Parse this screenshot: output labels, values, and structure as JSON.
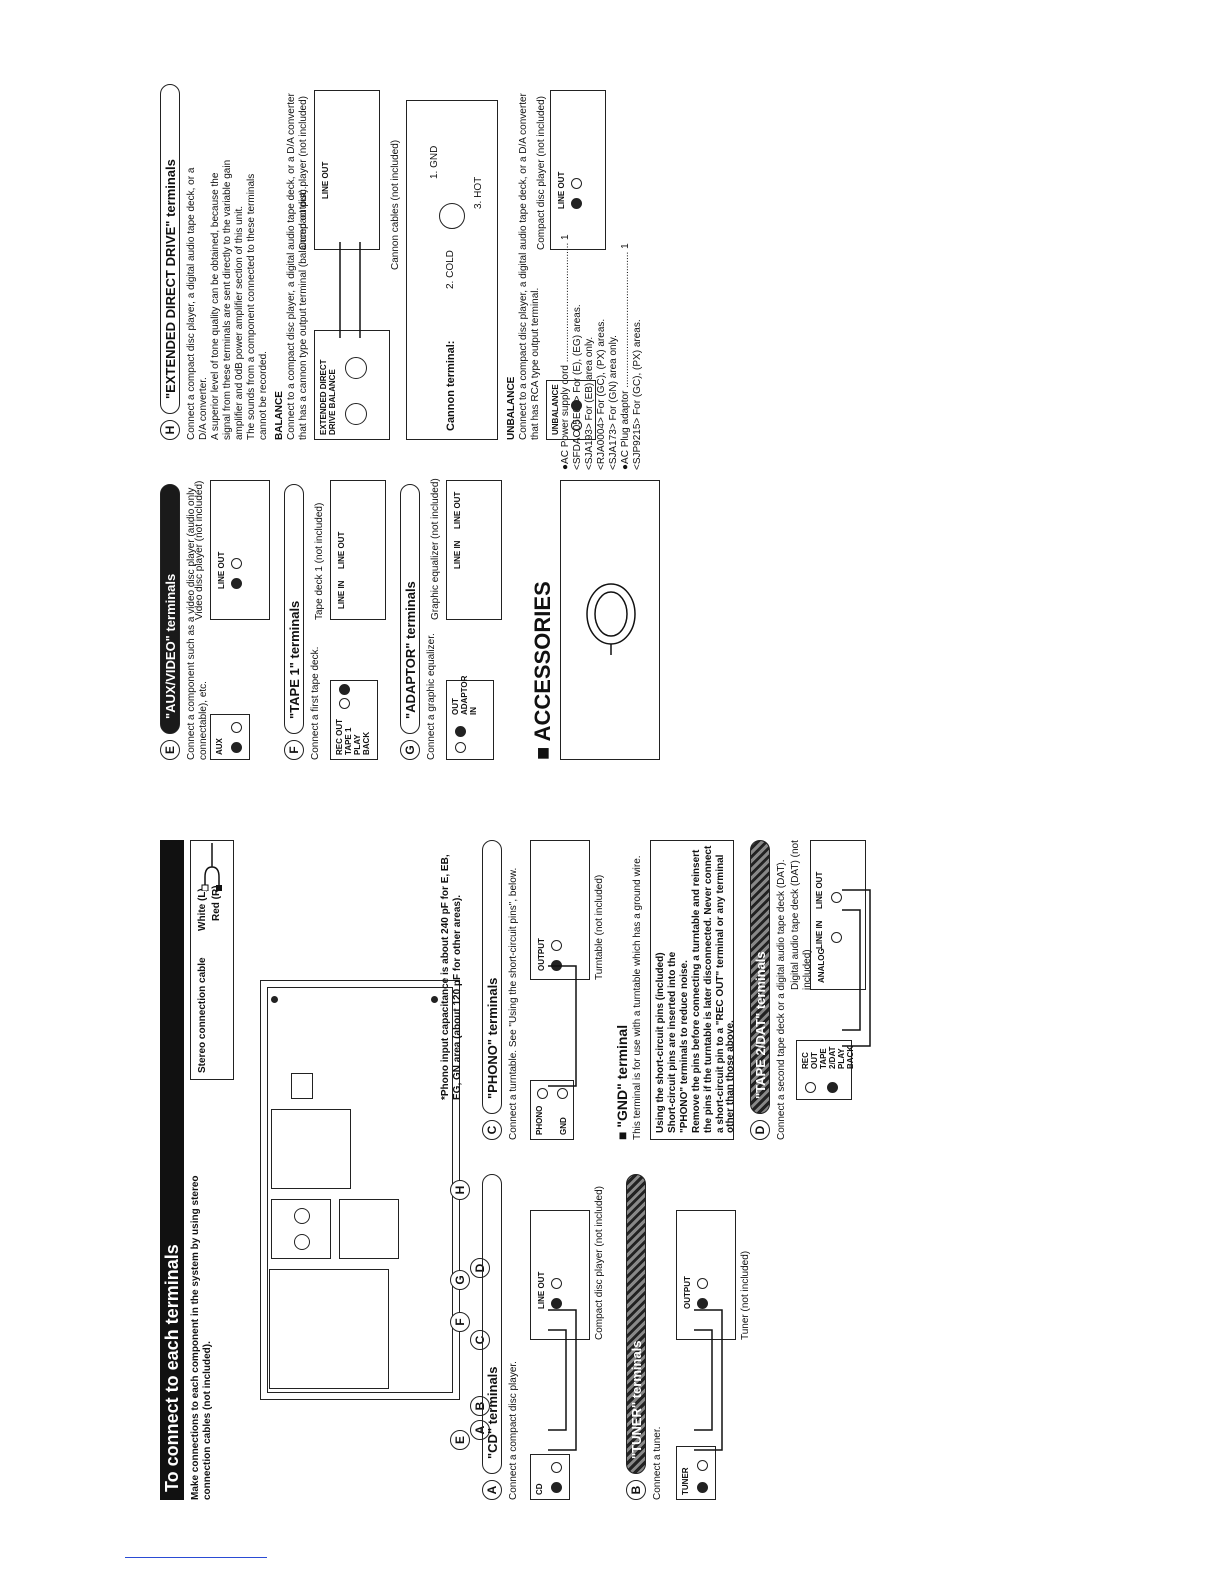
{
  "connect": {
    "title": "To connect to each terminals",
    "intro": "Make connections to each component in the system by using stereo connection cables (not included).",
    "cable_box": {
      "label": "Stereo connection cable",
      "white": "White (L)",
      "red": "Red (R)"
    },
    "callouts": [
      "A",
      "B",
      "C",
      "D",
      "E",
      "F",
      "G",
      "H"
    ],
    "phono_note": "*Phono input capacitance is about 240 pF for E, EB, EG, GN area (about 120 pF for other areas)."
  },
  "sections": {
    "cd": {
      "letter": "A",
      "title": "\"CD\" terminals",
      "desc": "Connect a compact disc player.",
      "device": "Compact disc player (not included)",
      "panel_label": "CD",
      "out_label": "LINE OUT"
    },
    "tuner": {
      "letter": "B",
      "title": "\"TUNER\" terminals",
      "desc": "Connect a tuner.",
      "device": "Tuner (not included)",
      "panel_label": "TUNER",
      "out_label": "OUTPUT"
    },
    "phono": {
      "letter": "C",
      "title": "\"PHONO\" terminals",
      "desc": "Connect a turntable. See \"Using the short-circuit pins\", below.",
      "device": "Turntable (not included)",
      "panel_label": "PHONO",
      "gnd_label": "GND",
      "out_label": "OUTPUT"
    },
    "gnd": {
      "title": "\"GND\" terminal",
      "desc": "This terminal is for use with a turntable which has a ground wire."
    },
    "short_pins": {
      "title": "Using the short-circuit pins (included)",
      "lines": [
        "Short-circuit pins are inserted into the",
        "\"PHONO\" terminals to reduce noise.",
        "Remove the pins before connecting a turntable and reinsert",
        "the pins if the turntable is later disconnected. Never connect",
        "a short-circuit pin to a \"REC OUT\" terminal or any terminal",
        "other than those above."
      ]
    },
    "tape2": {
      "letter": "D",
      "title": "\"TAPE 2/DAT\" terminals",
      "desc": "Connect a second tape deck or a digital audio tape deck (DAT).",
      "device": "Digital audio tape deck (DAT) (not included)",
      "panel_label": "REC OUT TAPE 2/DAT PLAY BACK",
      "dev_label": "ANALOG",
      "in_label": "LINE IN",
      "out_label": "LINE OUT"
    },
    "aux": {
      "letter": "E",
      "title": "\"AUX/VIDEO\" terminals",
      "desc": "Connect a component such as a video disc player (audio only connectable), etc.",
      "device": "Video disc player (not included)",
      "panel_label": "AUX",
      "out_label": "LINE OUT"
    },
    "tape1": {
      "letter": "F",
      "title": "\"TAPE 1\" terminals",
      "desc": "Connect a first tape deck.",
      "device": "Tape deck 1 (not included)",
      "panel_label": "REC OUT TAPE 1 PLAY BACK",
      "in_label": "LINE IN",
      "out_label": "LINE OUT"
    },
    "adaptor": {
      "letter": "G",
      "title": "\"ADAPTOR\" terminals",
      "desc": "Connect a graphic equalizer.",
      "device": "Graphic equalizer (not included)",
      "panel_label": "OUT ADAPTOR IN",
      "in_label": "LINE IN",
      "out_label": "LINE OUT"
    },
    "edd": {
      "letter": "H",
      "title": "\"EXTENDED DIRECT DRIVE\" terminals",
      "desc_lines": [
        "Connect a compact disc player, a digital audio tape deck, or a",
        "D/A converter.",
        "A superior level of tone quality can be obtained, because the",
        "signal from these terminals are sent directly to the variable gain",
        "amplifier and 0dB power amplifier section of this unit.",
        "The sounds from a component connected to these terminals",
        "cannot be recorded."
      ],
      "balance_title": "BALANCE",
      "balance_desc": "Connect to a compact disc player, a digital audio tape deck, or a D/A converter that has a cannon type output terminal (balanced output).",
      "panel_label": "EXTENDED DIRECT DRIVE BALANCE",
      "device": "Compact disc player (not included)",
      "cannon_cables": "Cannon cables (not included)",
      "cannon_terminal": "Cannon terminal:",
      "pin1": "1. GND",
      "pin2": "2. COLD",
      "pin3": "3. HOT",
      "unbalance_title": "UNBALANCE",
      "unbalance_desc": "Connect to a compact disc player, a digital audio tape deck, or a D/A converter that has RCA type output terminal.",
      "unbalance_panel": "UNBALANCE",
      "unbalance_device": "Compact disc player (not included)",
      "out_label": "LINE OUT"
    }
  },
  "accessories": {
    "title": "ACCESSORIES",
    "items": [
      "●AC Power supply cord ........................................... 1",
      "<SFDAC05E03> For (E), (EG) areas.",
      "<SJA193> For (EB) area only.",
      "<RJA0004> For (GC), (PX) areas.",
      "<SJA173> For (GN) area only.",
      "●AC Plug adaptor ................................................. 1",
      "<SJP9215> For (GC), (PX) areas."
    ]
  },
  "lr": {
    "l": "(L)",
    "r": "(R)"
  }
}
